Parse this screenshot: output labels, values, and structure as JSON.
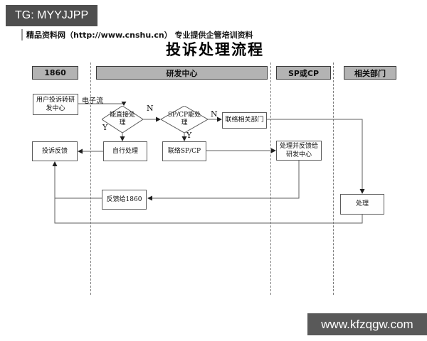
{
  "top_banner": {
    "label": "TG: MYYJJPP"
  },
  "header": {
    "source_line": "精品资料网（http://www.cnshu.cn） 专业提供企管培训资料",
    "title": "投诉处理流程"
  },
  "lanes": [
    {
      "label": "1860"
    },
    {
      "label": "研发中心"
    },
    {
      "label": "SP或CP"
    },
    {
      "label": "相关部门"
    }
  ],
  "nodes": {
    "user_complaint_to_rd": "用户投诉转研发中心",
    "complaint_feedback": "投诉反馈",
    "self_handle": "自行处理",
    "contact_sp_cp": "联络SP/CP",
    "contact_related_dept": "联络相关部门",
    "handle_and_feedback_rd": "处理并反馈给研发中心",
    "feedback_to_1860": "反馈给1860",
    "handle": "处理"
  },
  "decisions": {
    "can_handle_directly": "能直接处理",
    "sp_cp_can_handle": "SP/CP能处理"
  },
  "edge_labels": {
    "electronic_flow": "电子流",
    "no_1": "N",
    "yes_1": "Y",
    "no_2": "N",
    "yes_2": "Y"
  },
  "bottom_banner": {
    "label": "www.kfzqgw.com"
  },
  "colors": {
    "lane_header_fill": "#b3b3b3",
    "banner_background": "#4f4f4f",
    "connector_line": "#5f5f5f"
  }
}
